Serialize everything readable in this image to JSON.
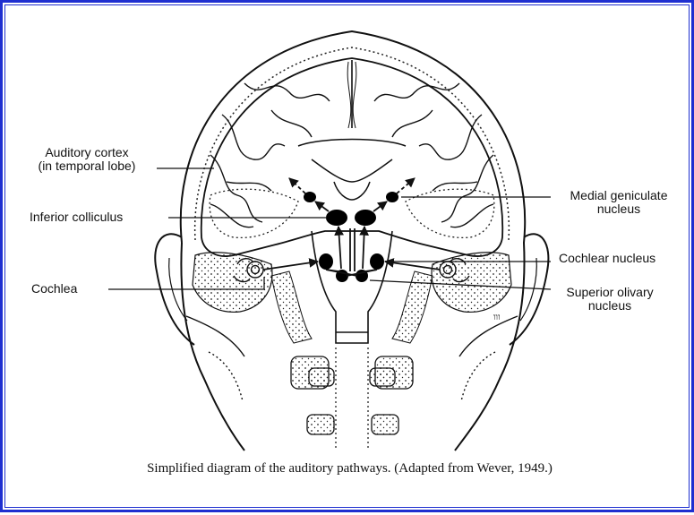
{
  "labels": {
    "auditory_cortex": [
      "Auditory cortex",
      "(in temporal lobe)"
    ],
    "inferior_colliculus": "Inferior colliculus",
    "cochlea": "Cochlea",
    "medial_geniculate": [
      "Medial geniculate",
      "nucleus"
    ],
    "cochlear_nucleus": "Cochlear nucleus",
    "superior_olivary": [
      "Superior olivary",
      "nucleus"
    ]
  },
  "caption": "Simplified diagram of the auditory pathways. (Adapted from Wever, 1949.)",
  "colors": {
    "frame": "#1f2fd0",
    "ink": "#111111"
  }
}
